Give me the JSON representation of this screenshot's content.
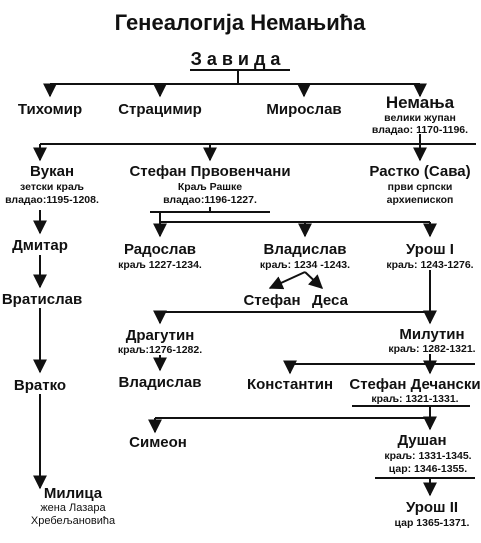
{
  "title": "Генеалогија Немањића",
  "root": "Завида",
  "accent_color": "#111111",
  "background_color": "#ffffff",
  "people": {
    "tihomir": {
      "name": "Тихомир"
    },
    "stracimir": {
      "name": "Страцимир"
    },
    "miroslav": {
      "name": "Мирослав"
    },
    "nemanja": {
      "name": "Немања",
      "sub1": "велики жупан",
      "sub2": "владао: 1170-1196."
    },
    "vukan": {
      "name": "Вукан",
      "sub1": "зетски краљ",
      "sub2": "владао:1195-1208."
    },
    "stefan_pr": {
      "name": "Стефан Првовенчани",
      "sub1": "Краљ Рашке",
      "sub2": "владао:1196-1227."
    },
    "rastko": {
      "name": "Растко (Сава)",
      "sub1": "први српски",
      "sub2": "архиепископ"
    },
    "dmitar": {
      "name": "Дмитар"
    },
    "vratislav": {
      "name": "Вратислав"
    },
    "vratko": {
      "name": "Вратко"
    },
    "milica": {
      "name": "Милица",
      "sub1": "жена Лазара",
      "sub2": "Хребељановића"
    },
    "radoslav": {
      "name": "Радослав",
      "sub1": "краљ 1227-1234."
    },
    "vladislav1": {
      "name": "Владислав",
      "sub1": "краљ: 1234 -1243."
    },
    "uros1": {
      "name": "Урош I",
      "sub1": "краљ: 1243-1276."
    },
    "stefan_s": {
      "name": "Стефан"
    },
    "desa": {
      "name": "Деса"
    },
    "dragutin": {
      "name": "Драгутин",
      "sub1": "краљ:1276-1282."
    },
    "milutin": {
      "name": "Милутин",
      "sub1": "краљ: 1282-1321."
    },
    "vladislav2": {
      "name": "Владислав"
    },
    "konstantin": {
      "name": "Константин"
    },
    "stefan_d": {
      "name": "Стефан Дечански",
      "sub1": "краљ: 1321-1331."
    },
    "simeon": {
      "name": "Симеон"
    },
    "dusan": {
      "name": "Душан",
      "sub1": "краљ: 1331-1345.",
      "sub2": "цар: 1346-1355."
    },
    "uros2": {
      "name": "Урош II",
      "sub1": "цар 1365-1371."
    }
  }
}
